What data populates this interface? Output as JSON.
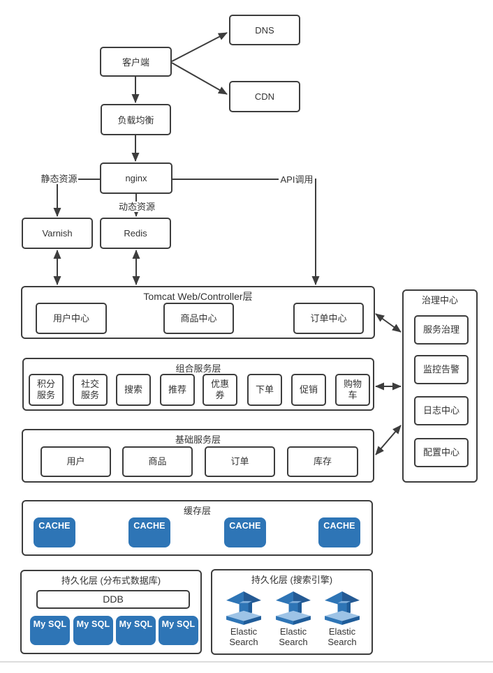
{
  "colors": {
    "accent_blue": "#2E75B6",
    "accent_blue_dark": "#1F5C99",
    "accent_blue_light": "#9DC3E6",
    "line": "#3D3D3D"
  },
  "flow": {
    "client": "客户端",
    "dns": "DNS",
    "cdn": "CDN",
    "load_balancer": "负载均衡",
    "nginx": "nginx",
    "varnish": "Varnish",
    "redis": "Redis",
    "label_static": "静态资源",
    "label_dynamic": "动态资源",
    "label_api": "API调用"
  },
  "tomcat_layer": {
    "title": "Tomcat Web/Controller层",
    "items": [
      "用户中心",
      "商品中心",
      "订单中心"
    ]
  },
  "governance": {
    "title": "治理中心",
    "items": [
      "服务治理",
      "监控告警",
      "日志中心",
      "配置中心"
    ]
  },
  "composite_layer": {
    "title": "组合服务层",
    "items": [
      "积分服务",
      "社交服务",
      "搜索",
      "推荐",
      "优惠券",
      "下单",
      "促销",
      "购物车"
    ]
  },
  "basic_layer": {
    "title": "基础服务层",
    "items": [
      "用户",
      "商品",
      "订单",
      "库存"
    ]
  },
  "cache_layer": {
    "title": "缓存层",
    "items": [
      "CACHE",
      "CACHE",
      "CACHE",
      "CACHE"
    ]
  },
  "persistence_db": {
    "title": "持久化层 (分布式数据库)",
    "ddb": "DDB",
    "items": [
      "My SQL",
      "My SQL",
      "My SQL",
      "My SQL"
    ]
  },
  "persistence_es": {
    "title": "持久化层 (搜索引擎)",
    "items": [
      "Elastic Search",
      "Elastic Search",
      "Elastic Search"
    ]
  }
}
